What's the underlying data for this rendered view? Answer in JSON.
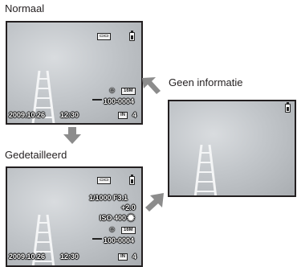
{
  "labels": {
    "normal": "Normaal",
    "no_info": "Geen informatie",
    "detailed": "Gedetailleerd"
  },
  "normal_screen": {
    "mode_badge": "▭▭",
    "face_icon": "☺",
    "res_badge": "16M",
    "file_num": "100-0004",
    "mem_badge": "IN",
    "count": "4",
    "date": "2009.10.26",
    "time": "12:30"
  },
  "detailed_screen": {
    "mode_badge": "▭▭",
    "shutter_aperture": "1/1000 F3.1",
    "exposure_comp": "+2.0",
    "iso_line": "ISO 400",
    "wb_icon": "✹",
    "face_icon": "☺",
    "res_badge": "16M",
    "file_num": "100-0004",
    "mem_badge": "IN",
    "count": "4",
    "date": "2009.10.26",
    "time": "12:30"
  },
  "icons": {
    "battery": "battery-icon",
    "arrow_down": "arrow-down-icon",
    "arrow_upleft": "arrow-up-left-icon",
    "arrow_upright": "arrow-up-right-icon"
  }
}
